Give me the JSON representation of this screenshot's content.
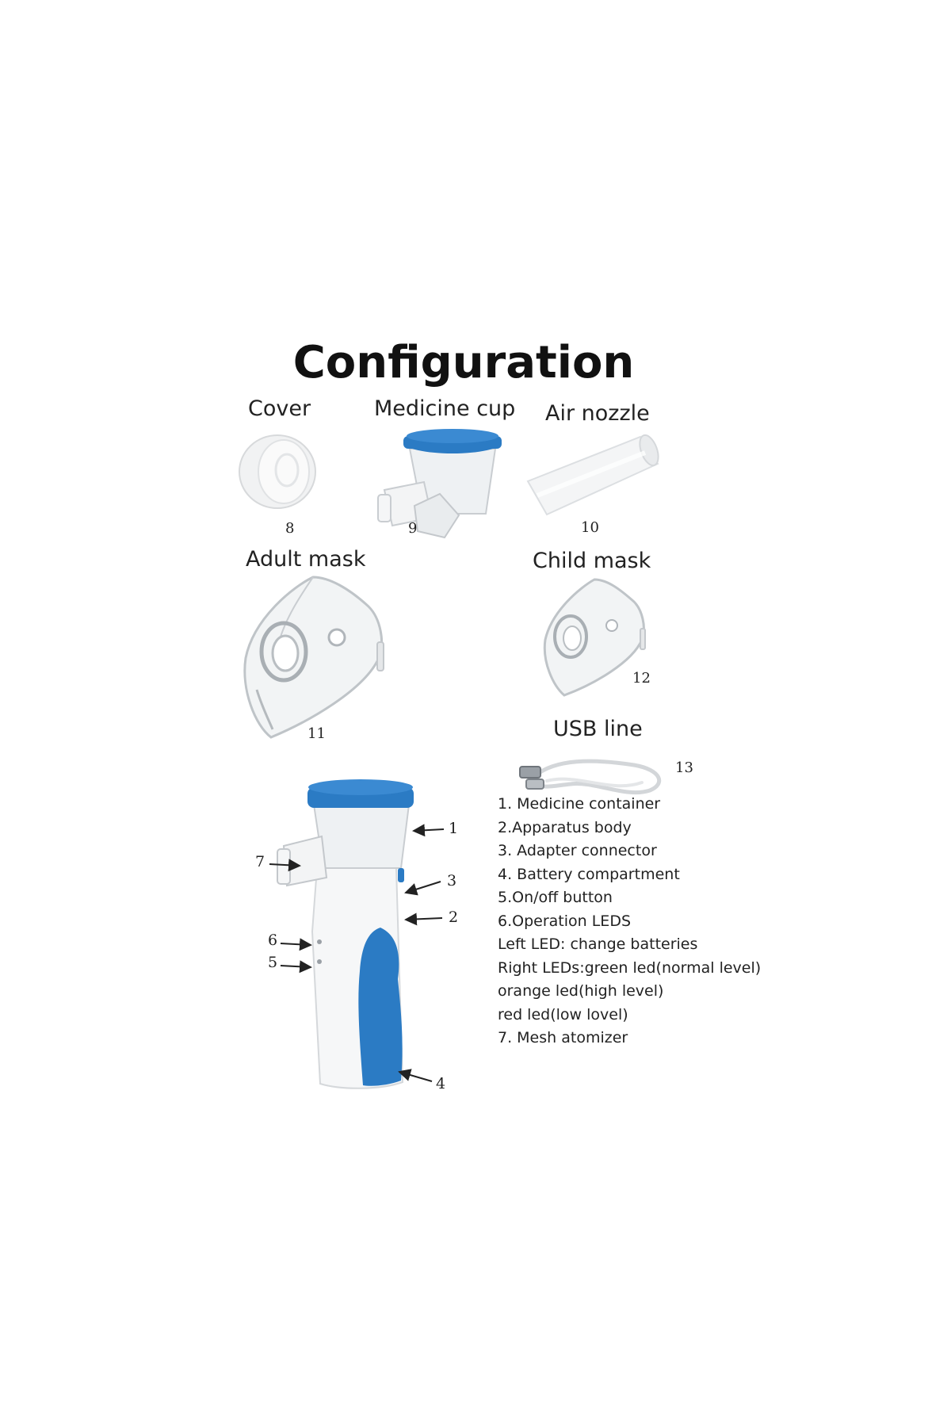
{
  "title": "Configuration",
  "parts": [
    {
      "name": "Cover",
      "number": "8"
    },
    {
      "name": "Medicine cup",
      "number": "9"
    },
    {
      "name": "Air nozzle",
      "number": "10"
    },
    {
      "name": "Adult mask",
      "number": "11"
    },
    {
      "name": "Child mask",
      "number": "12"
    },
    {
      "name": "USB line",
      "number": "13"
    }
  ],
  "device_callouts": [
    "1",
    "2",
    "3",
    "4",
    "5",
    "6",
    "7"
  ],
  "legend": [
    "1. Medicine container",
    "2.Apparatus body",
    "3. Adapter connector",
    "4. Battery compartment",
    "5.On/off button",
    "6.Operation LEDS",
    "Left LED: change batteries",
    "Right LEDs:green led(normal level)",
    "orange led(high level)",
    "red led(low lovel)",
    "7. Mesh atomizer"
  ],
  "colors": {
    "accent_blue": "#2b7bc4",
    "body_white": "#f6f7f8",
    "plastic": "#e8eaec",
    "text": "#222222"
  }
}
